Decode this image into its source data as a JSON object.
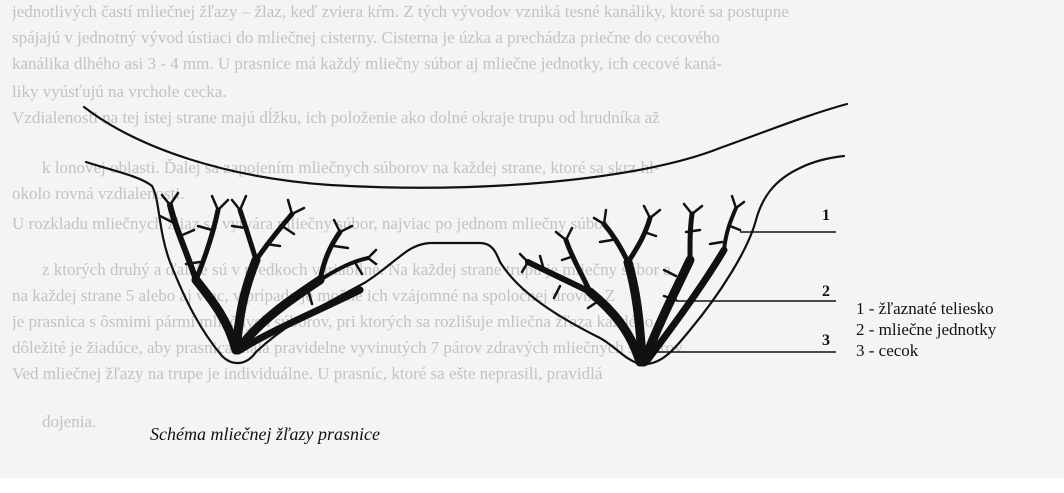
{
  "background_text": [
    "jednotlivých častí mliečnej žľazy – žlaz, keď zviera kŕm. Z tých vývodov vzniká tesné kanáliky, ktoré sa postupne",
    "spájajú v jednotný vývod ústiaci do mliečnej cisterny. Cisterna je úzka a prechádza priečne do cecového",
    "kanálika dlhého asi 3 - 4 mm. U prasnice má každý mliečny súbor aj mliečne jednotky, ich cecové kaná-",
    "liky vyúsťujú na vrchole cecka.",
    "Vzdialenosti na tej istej strane majú dĺžku, ich položenie ako dolné okraje trupu od hrudníka až",
    "k lonovej oblasti. Ďalej sa zapojením mliečnych súborov na každej strane, ktoré sa skrz hl-",
    "okolo rovná vzdialenosti.",
    "U rozkladu mliečnych žliaz sa vytvára mliečny súbor, najviac po jednom mliečny súbor,",
    "z ktorých druhý a ďalšie sú v predkoch variabilné. Na každej strane trupu je mliečny súbor a",
    "na každej strane 5 alebo aj viac, v prípade je možné ich vzájomné na spoločnej úrovni. Z",
    "je prasnica s ôsmimi pármi mliečnych súborov, pri ktorých sa rozlišuje mliečna žľaza každého",
    "dôležité je žiadúce, aby prasnica mala pravidelne vyvinutých 7 párov zdravých mliečnych súborov.",
    "Ved mliečnej žľazy na trupe je individuálne. U prasníc, ktoré sa ešte neprasili, pravidlá",
    "dojenia."
  ],
  "diagram": {
    "part_numbers": [
      "1",
      "2",
      "3"
    ],
    "legend": [
      "1 - žľaznaté teliesko",
      "2 - mliečne jednotky",
      "3 - cecok"
    ],
    "caption": "Schéma mliečnej žľazy prasnice",
    "line_color": "#111111"
  }
}
